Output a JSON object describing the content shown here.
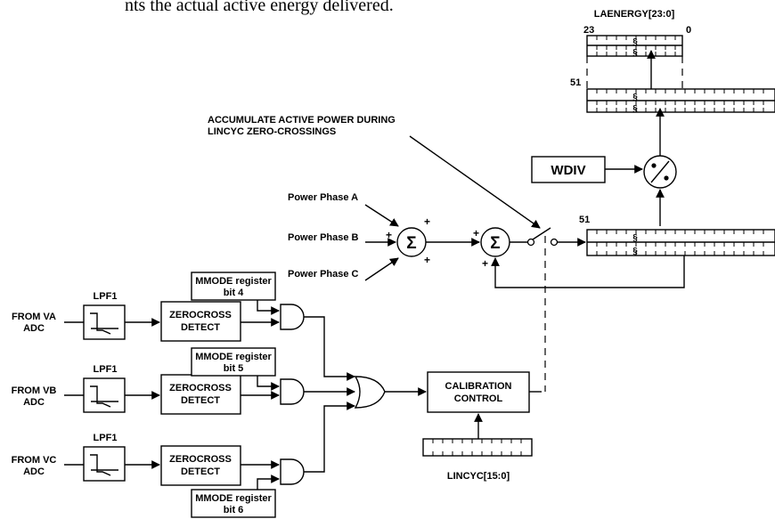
{
  "intro_text": "nts the actual active energy delivered.",
  "registers": {
    "laenergy": "LAENERGY[23:0]",
    "laenergy_msb": "23",
    "laenergy_lsb": "0",
    "upper_msb": "51",
    "accum_msb": "51",
    "lincyc": "LINCYC[15:0]"
  },
  "annotation": {
    "line1": "ACCUMULATE ACTIVE POWER DURING",
    "line2": "LINCYC ZERO-CROSSINGS"
  },
  "wdiv": "WDIV",
  "power_inputs": [
    "Power Phase A",
    "Power Phase B",
    "Power Phase C"
  ],
  "plus_sign": "+",
  "sigma_symbol": "Σ",
  "sources": [
    {
      "line1": "FROM VA",
      "line2": "ADC"
    },
    {
      "line1": "FROM VB",
      "line2": "ADC"
    },
    {
      "line1": "FROM VC",
      "line2": "ADC"
    }
  ],
  "lpf_label": "LPF1",
  "zerocross": {
    "line1": "ZEROCROSS",
    "line2": "DETECT"
  },
  "mmode": [
    {
      "line1": "MMODE register",
      "line2": "bit 4"
    },
    {
      "line1": "MMODE register",
      "line2": "bit 5"
    },
    {
      "line1": "MMODE register",
      "line2": "bit 6"
    }
  ],
  "calibration": {
    "line1": "CALIBRATION",
    "line2": "CONTROL"
  }
}
